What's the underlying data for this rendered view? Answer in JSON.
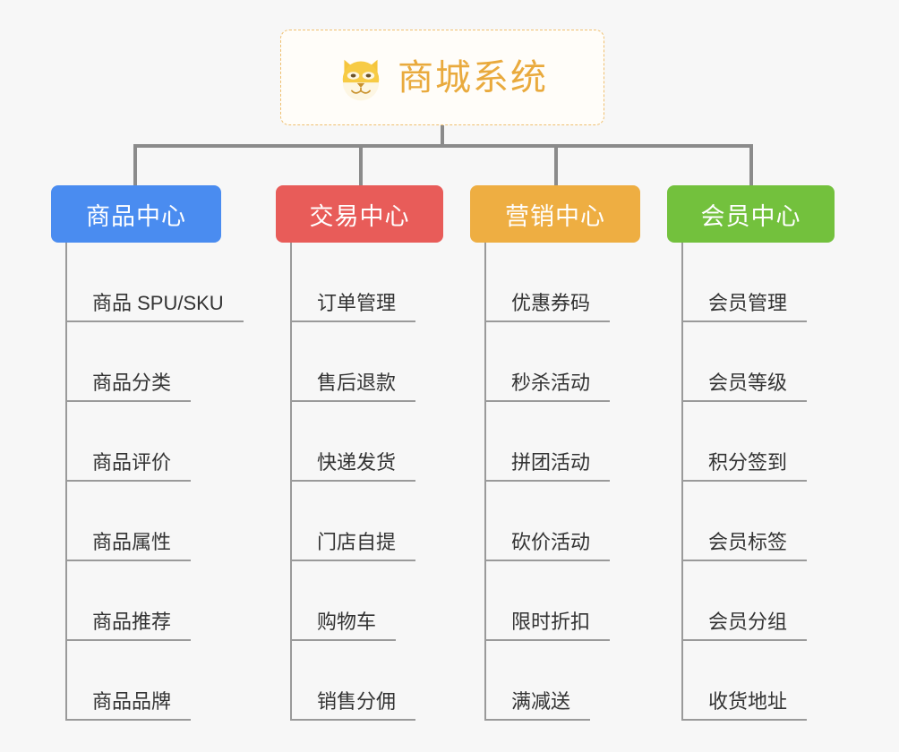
{
  "background_color": "#f7f7f7",
  "root": {
    "icon": "shiba-dog-face-icon",
    "title": "商城系统",
    "title_color": "#e9aa3d",
    "border_color": "#f0c070"
  },
  "connector_color": "#8b8b8b",
  "branches": [
    {
      "title": "商品中心",
      "color": "#4a8cf0",
      "items": [
        "商品 SPU/SKU",
        "商品分类",
        "商品评价",
        "商品属性",
        "商品推荐",
        "商品品牌"
      ]
    },
    {
      "title": "交易中心",
      "color": "#e85c59",
      "items": [
        "订单管理",
        "售后退款",
        "快递发货",
        "门店自提",
        "购物车",
        "销售分佣"
      ]
    },
    {
      "title": "营销中心",
      "color": "#eeae42",
      "items": [
        "优惠券码",
        "秒杀活动",
        "拼团活动",
        "砍价活动",
        "限时折扣",
        "满减送"
      ]
    },
    {
      "title": "会员中心",
      "color": "#73c13d",
      "items": [
        "会员管理",
        "会员等级",
        "积分签到",
        "会员标签",
        "会员分组",
        "收货地址"
      ]
    }
  ]
}
